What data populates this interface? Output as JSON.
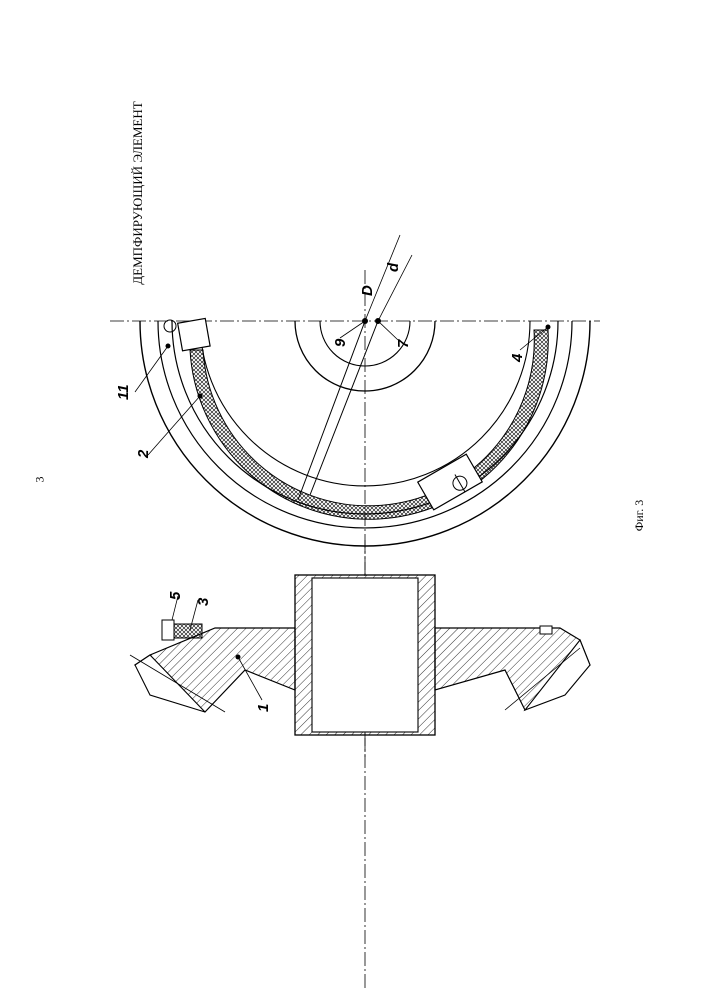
{
  "page": {
    "number": "3",
    "title": "ДЕМПФИРУЮЩИЙ ЭЛЕМЕНТ",
    "caption": "Фиг. 3"
  },
  "labels": {
    "part1": "1",
    "part2": "2",
    "part3": "3",
    "part4": "4",
    "part5": "5",
    "part7": "7",
    "part9": "9",
    "part11": "11",
    "dimD": "D",
    "dimd": "d"
  }
}
